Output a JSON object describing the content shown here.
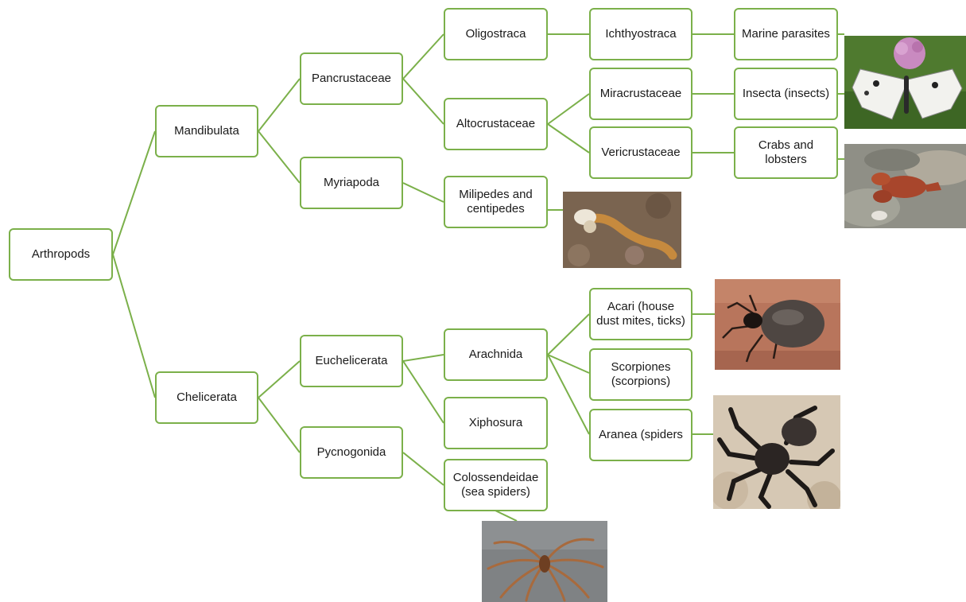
{
  "tree": {
    "arthropods": "Arthropods",
    "mandibulata": "Mandibulata",
    "chelicerata": "Chelicerata",
    "pancrustaceae": "Pancrustaceae",
    "myriapoda": "Myriapoda",
    "euchelicerata": "Euchelicerata",
    "pycnogonida": "Pycnogonida",
    "oligostraca": "Oligostraca",
    "altocrustaceae": "Altocrustaceae",
    "milipedes": "Milipedes and\ncentipedes",
    "arachnida": "Arachnida",
    "xiphosura": "Xiphosura",
    "colossendeidae": "Colossendeidae\n(sea spiders)",
    "ichthyostraca": "Ichthyostraca",
    "miracrustaceae": "Miracrustaceae",
    "vericrustaceae": "Vericrustaceae",
    "acari": "Acari (house\ndust mites, ticks)",
    "scorpiones": "Scorpiones\n(scorpions)",
    "aranea": "Aranea (spiders",
    "marine_parasites": "Marine parasites",
    "insecta": "Insecta (insects)",
    "crabs": "Crabs and\nlobsters"
  },
  "photos": [
    "butterfly",
    "crayfish",
    "centipede",
    "tick",
    "spider",
    "sea-spider"
  ],
  "colors": {
    "line": "#7bb04a",
    "border": "#7bb04a"
  }
}
